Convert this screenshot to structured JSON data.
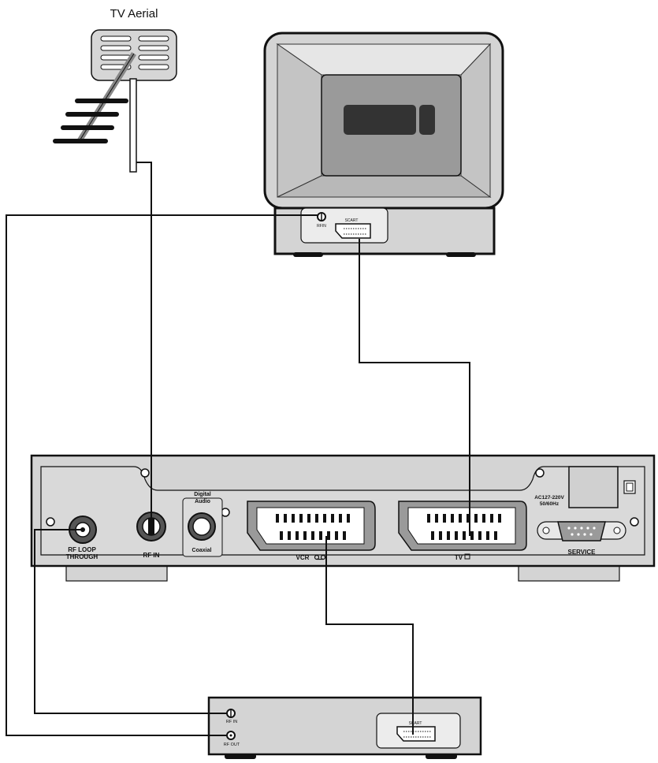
{
  "antenna": {
    "title": "TV Aerial"
  },
  "tv": {
    "rf_in_label": "RFIN",
    "scart_label": "SCART"
  },
  "receiver": {
    "digital_audio_label_line1": "Digital",
    "digital_audio_label_line2": "Audio",
    "coaxial_label": "Coaxial",
    "rf_loop_label_line1": "RF  LOOP",
    "rf_loop_label_line2": "THROUGH",
    "rf_in_label": "RF  IN",
    "vcr_label": "VCR",
    "tv_label": "TV",
    "power_label_line1": "AC127-220V",
    "power_label_line2": "50/60Hz",
    "service_label": "SERVICE"
  },
  "vcr": {
    "rf_in_label": "RF IN",
    "rf_out_label": "RF OUT",
    "scart_label": "SCART"
  },
  "colors": {
    "line": "#111111",
    "panel": "#d4d4d4",
    "screen": "#9a9a9a",
    "dark": "#333333"
  }
}
